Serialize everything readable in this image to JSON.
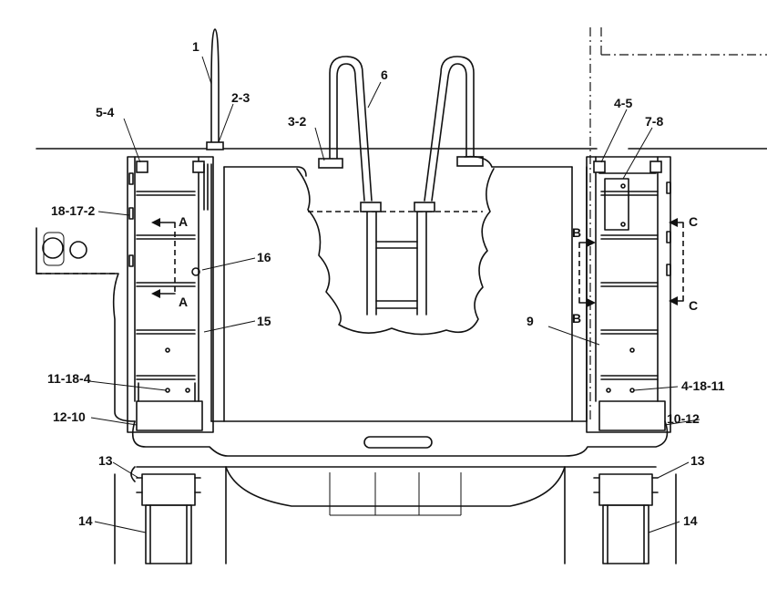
{
  "callouts": {
    "c1": "1",
    "c2_3": "2-3",
    "c6": "6",
    "c3_2": "3-2",
    "c5_4": "5-4",
    "c4_5": "4-5",
    "c7_8": "7-8",
    "c18_17_2": "18-17-2",
    "c16": "16",
    "c15": "15",
    "c9": "9",
    "c11_18_4": "11-18-4",
    "c4_18_11": "4-18-11",
    "c12_10": "12-10",
    "c10_12": "10-12",
    "c13_left": "13",
    "c13_right": "13",
    "c14_left": "14",
    "c14_right": "14"
  },
  "section_markers": {
    "a_top": "A",
    "a_bottom": "A",
    "b_top": "B",
    "b_bottom": "B",
    "c_top": "C",
    "c_bottom": "C"
  }
}
